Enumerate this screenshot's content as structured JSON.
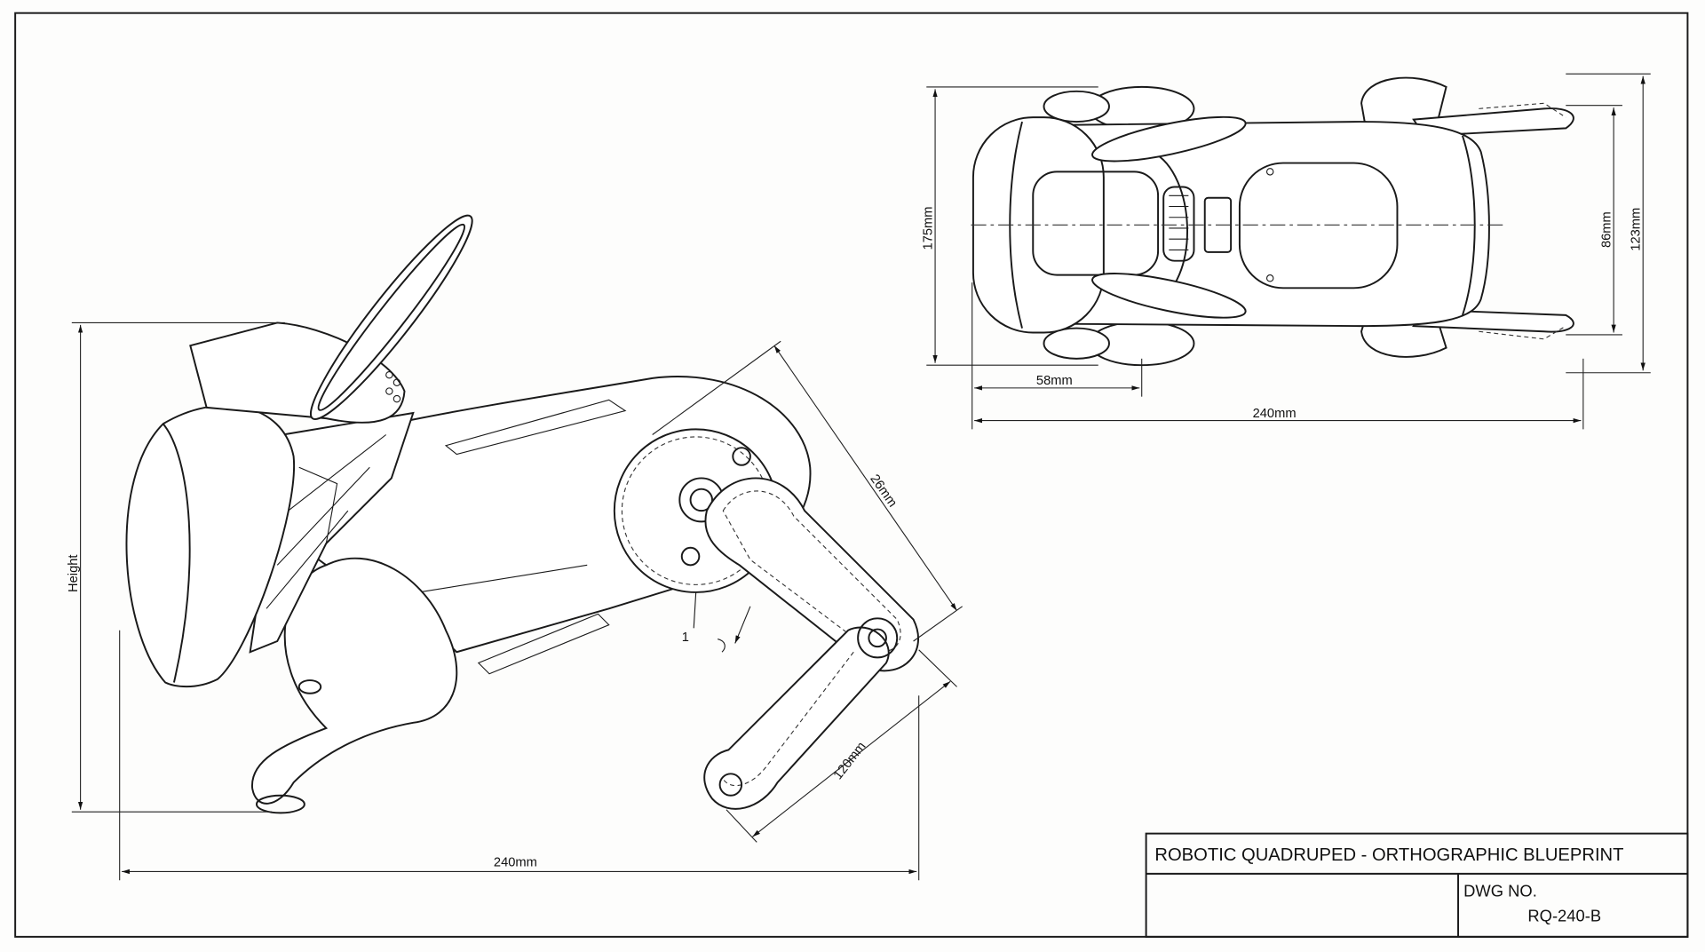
{
  "title_block": {
    "title": "ROBOTIC QUADRUPED - ORTHOGRAPHIC BLUEPRINT",
    "dwg_label": "DWG NO.",
    "dwg_number": "RQ-240-B"
  },
  "side_view": {
    "height_label": "Height",
    "length_label": "240mm",
    "thigh_label": "26mm",
    "shin_label": "120mm",
    "callout_label": "1"
  },
  "top_view": {
    "width_label": "175mm",
    "head_label": "58mm",
    "length_label": "240mm",
    "inner_width_label": "86mm",
    "outer_width_label": "123mm"
  },
  "colors": {
    "line": "#1a1a1a",
    "paper": "#fdfdfc"
  }
}
